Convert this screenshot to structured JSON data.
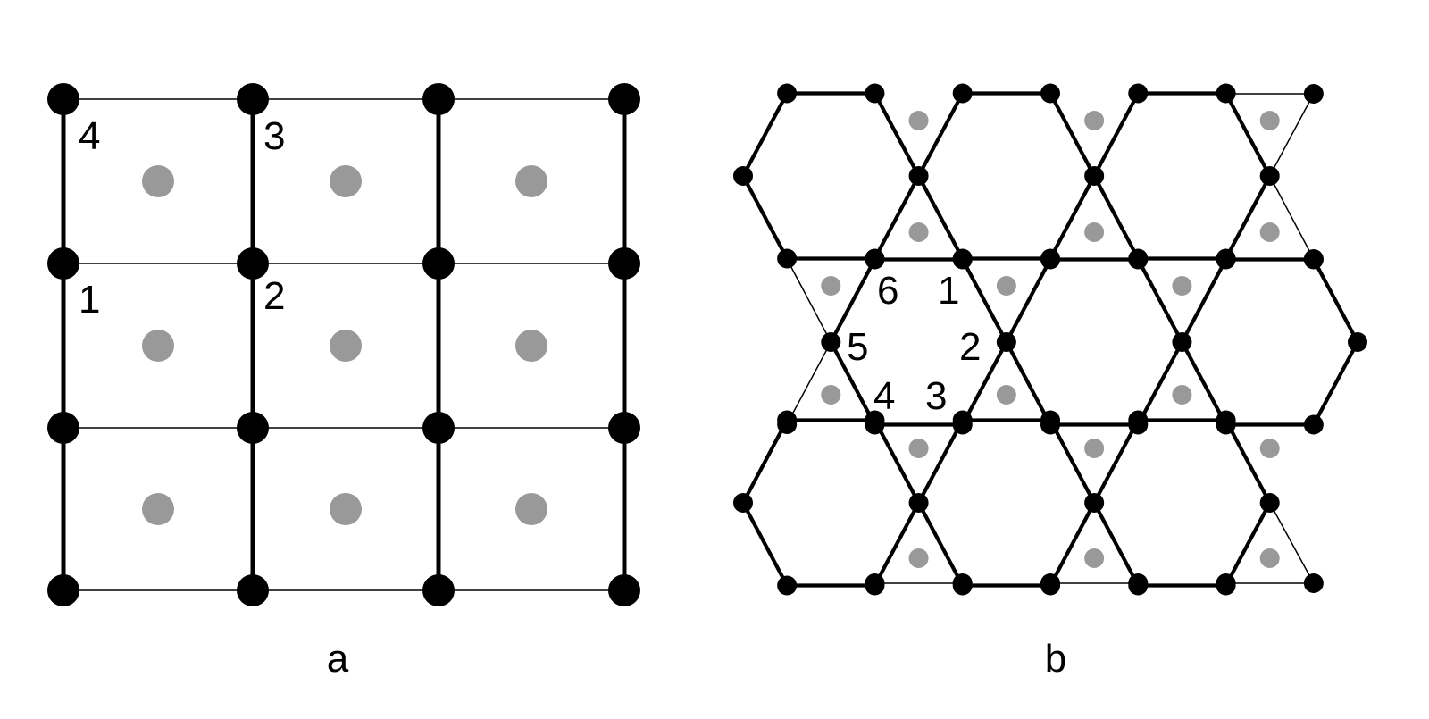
{
  "colors": {
    "bond": "#000000",
    "site": "#000000",
    "center": "#999999",
    "background": "#ffffff"
  },
  "panel_a": {
    "caption": "a",
    "labels": [
      "4",
      "3",
      "1",
      "2"
    ]
  },
  "panel_b": {
    "caption": "b",
    "labels": [
      "6",
      "1",
      "5",
      "2",
      "4",
      "3"
    ]
  }
}
